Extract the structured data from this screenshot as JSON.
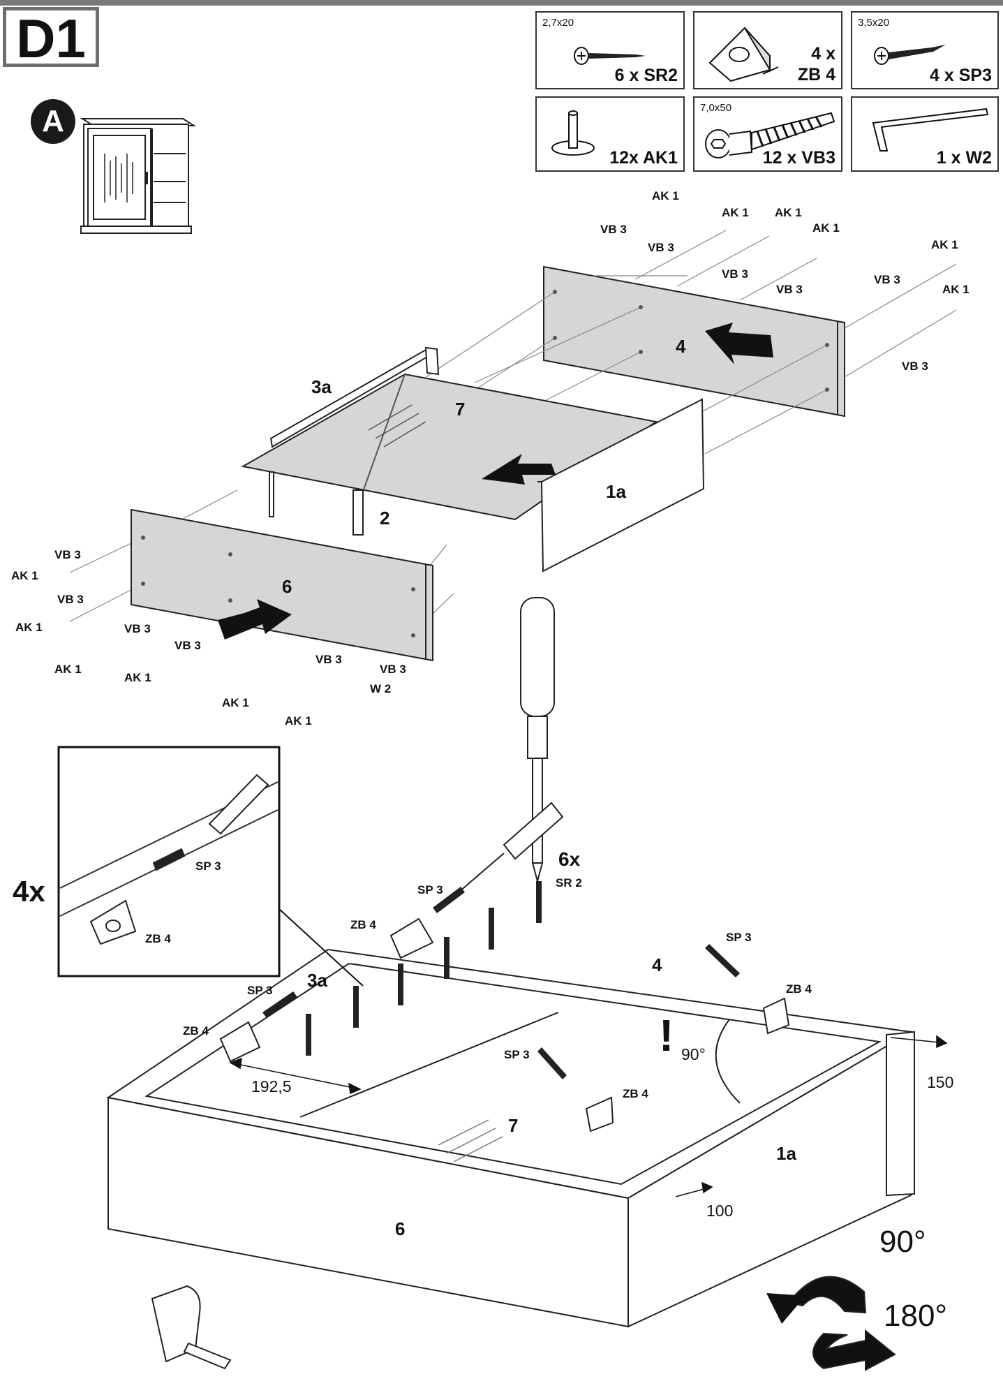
{
  "step": "D1",
  "variant": "A",
  "parts": [
    {
      "size": "2,7x20",
      "count": "6 x SR2"
    },
    {
      "size": "",
      "count": "4 x\nZB 4"
    },
    {
      "size": "3,5x20",
      "count": "4 x SP3"
    },
    {
      "size": "",
      "count": "12x AK1"
    },
    {
      "size": "7,0x50",
      "count": "12 x VB3"
    },
    {
      "size": "",
      "count": "1 x W2"
    }
  ],
  "fittings": {
    "ak1": "AK 1",
    "vb3": "VB 3",
    "w2": "W 2",
    "sp3": "SP 3",
    "zb4": "ZB 4",
    "sr2": "SR 2"
  },
  "panels": {
    "p4": "4",
    "p7": "7",
    "p3a": "3a",
    "p1a": "1a",
    "p2": "2",
    "p6": "6"
  },
  "detail_count": "4x",
  "screw_count": "6x",
  "warning": "!",
  "angle": "90°",
  "dims": {
    "d1": "192,5",
    "d2": "150",
    "d3": "100"
  },
  "rotations": {
    "r1": "90°",
    "r2": "180°"
  }
}
